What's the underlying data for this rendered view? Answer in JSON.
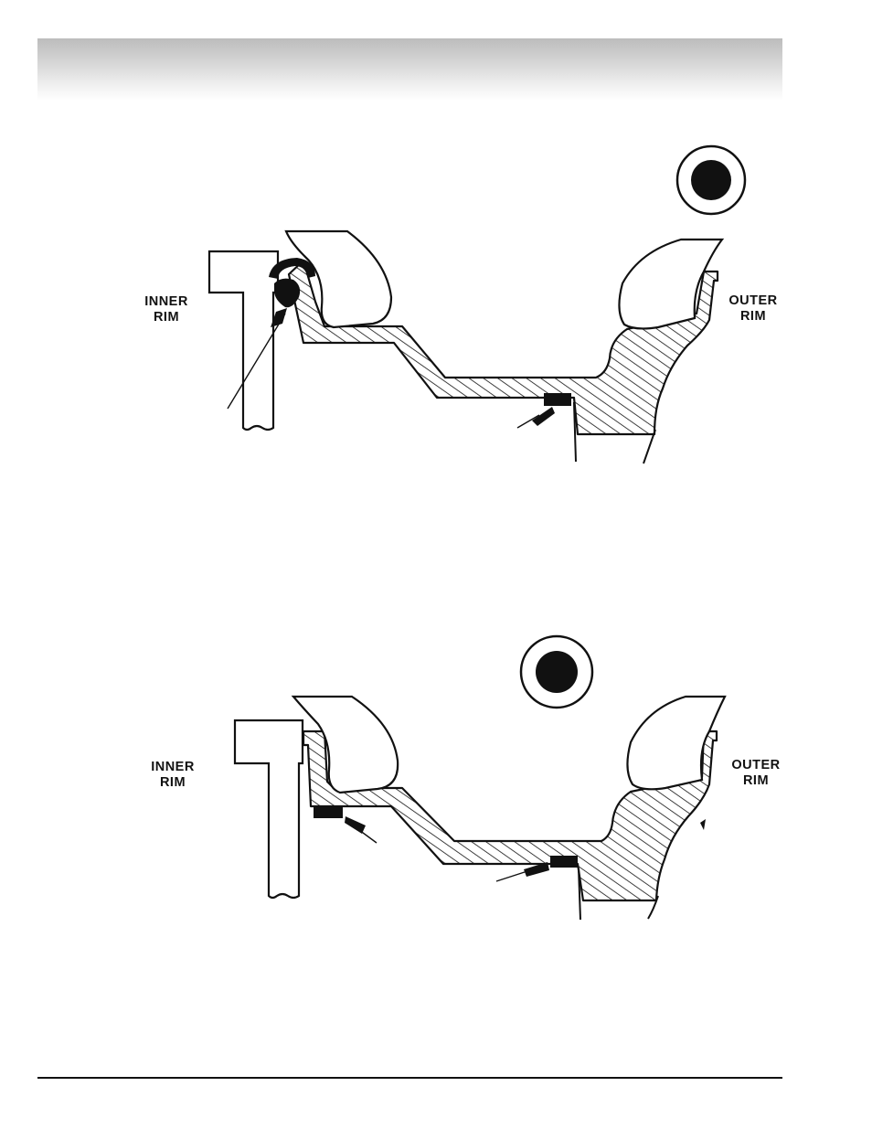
{
  "figure_top": {
    "inner_label": [
      "INNER",
      "RIM"
    ],
    "outer_label": [
      "OUTER",
      "RIM"
    ]
  },
  "figure_bottom": {
    "inner_label": [
      "INNER",
      "RIM"
    ],
    "outer_label": [
      "OUTER",
      "RIM"
    ]
  }
}
